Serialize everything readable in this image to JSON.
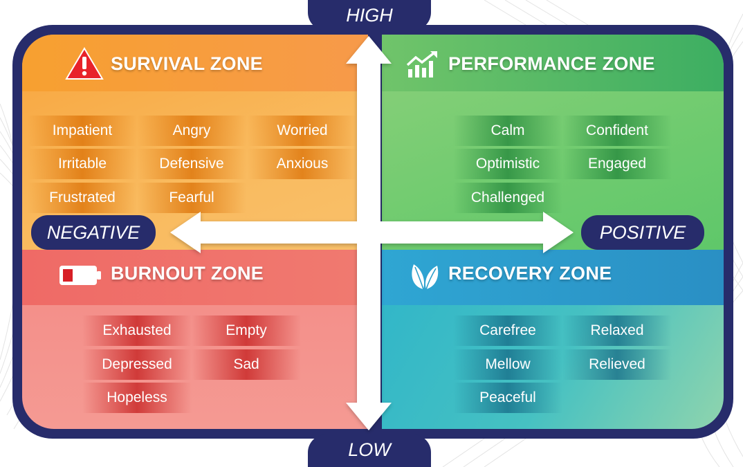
{
  "axes": {
    "high": "HIGH",
    "low": "LOW",
    "negative": "NEGATIVE",
    "positive": "POSITIVE"
  },
  "zones": {
    "survival": {
      "title": "SURVIVAL ZONE",
      "icon": "warning-triangle-icon",
      "words": [
        "Impatient",
        "Angry",
        "Worried",
        "Irritable",
        "Defensive",
        "Anxious",
        "Frustrated",
        "Fearful"
      ]
    },
    "performance": {
      "title": "PERFORMANCE ZONE",
      "icon": "growth-chart-icon",
      "words": [
        "Calm",
        "Confident",
        "Optimistic",
        "Engaged",
        "Challenged"
      ]
    },
    "burnout": {
      "title": "BURNOUT ZONE",
      "icon": "low-battery-icon",
      "words": [
        "Exhausted",
        "Empty",
        "Depressed",
        "Sad",
        "Hopeless"
      ]
    },
    "recovery": {
      "title": "RECOVERY ZONE",
      "icon": "leaves-icon",
      "words": [
        "Carefree",
        "Relaxed",
        "Mellow",
        "Relieved",
        "Peaceful"
      ]
    }
  },
  "colors": {
    "frame": "#272c6b",
    "survival": "#f7a43c",
    "performance": "#6fcb6f",
    "burnout": "#f38b86",
    "recovery": "#2fb5c9"
  }
}
